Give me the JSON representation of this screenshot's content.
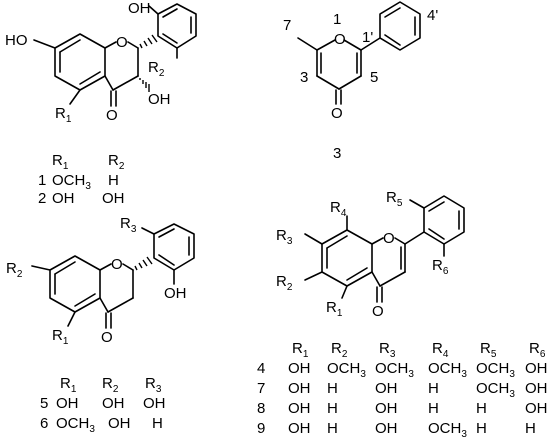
{
  "figure": {
    "compound_3": {
      "number": "3",
      "atom_numbers": {
        "n7": "7",
        "n1": "1",
        "n1p": "1'",
        "n4p": "4'",
        "n3": "3",
        "n5": "5"
      }
    },
    "atoms": {
      "oh": "OH",
      "ho": "HO",
      "o": "O",
      "r": "R"
    },
    "table_1": {
      "headers": [
        {
          "base": "R",
          "sub": "1"
        },
        {
          "base": "R",
          "sub": "2"
        }
      ],
      "rows": [
        {
          "id": "1",
          "r1_base": "OCH",
          "r1_sub": "3",
          "r2": "H"
        },
        {
          "id": "2",
          "r1": "OH",
          "r2": "OH"
        }
      ]
    },
    "table_2": {
      "headers": [
        {
          "base": "R",
          "sub": "1"
        },
        {
          "base": "R",
          "sub": "2"
        },
        {
          "base": "R",
          "sub": "3"
        }
      ],
      "rows": [
        {
          "id": "5",
          "r1": "OH",
          "r2": "OH",
          "r3": "OH"
        },
        {
          "id": "6",
          "r1_base": "OCH",
          "r1_sub": "3",
          "r2": "OH",
          "r3": "H"
        }
      ]
    },
    "table_3": {
      "headers": [
        {
          "base": "R",
          "sub": "1"
        },
        {
          "base": "R",
          "sub": "2"
        },
        {
          "base": "R",
          "sub": "3"
        },
        {
          "base": "R",
          "sub": "4"
        },
        {
          "base": "R",
          "sub": "5"
        },
        {
          "base": "R",
          "sub": "6"
        }
      ],
      "rows": [
        {
          "id": "4",
          "c": [
            "OH",
            "OCH|3",
            "OCH|3",
            "OCH|3",
            "OCH|3",
            "OH"
          ]
        },
        {
          "id": "7",
          "c": [
            "OH",
            "H",
            "OH",
            "H",
            "OCH|3",
            "OH"
          ]
        },
        {
          "id": "8",
          "c": [
            "OH",
            "H",
            "OH",
            "H",
            "H",
            "OH"
          ]
        },
        {
          "id": "9",
          "c": [
            "OH",
            "H",
            "OH",
            "OCH|3",
            "H",
            "H"
          ]
        }
      ]
    },
    "subscripts": {
      "s1": "1",
      "s2": "2",
      "s3": "3",
      "s4": "4",
      "s5": "5",
      "s6": "6"
    }
  }
}
